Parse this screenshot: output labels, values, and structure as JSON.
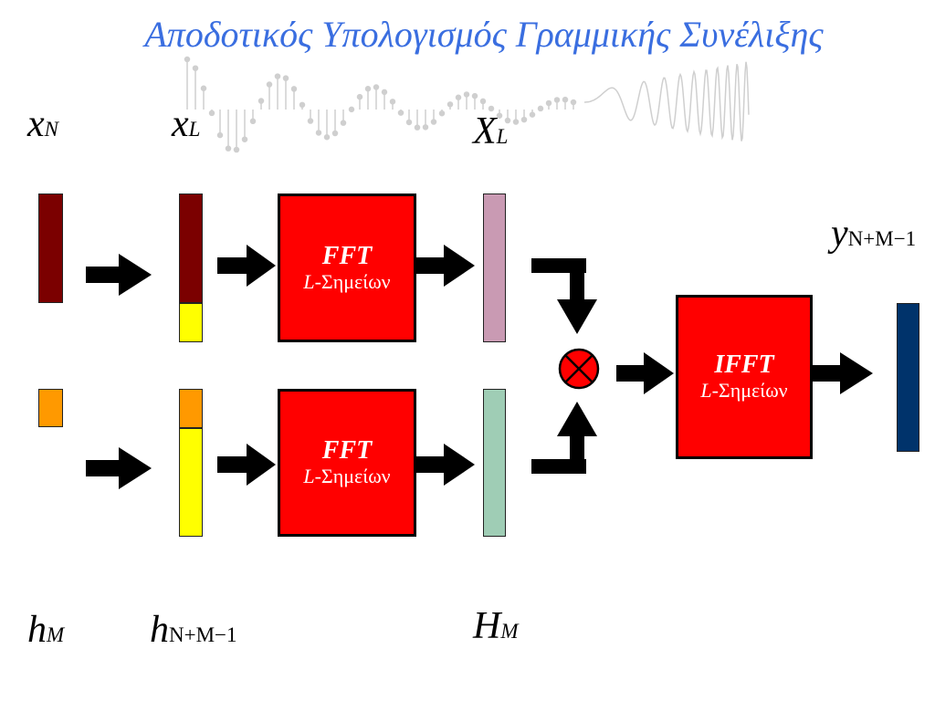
{
  "title": "Αποδοτικός Υπολογισμός Γραμμικής Συνέλιξης",
  "labels": {
    "xN": {
      "base": "x",
      "sub": "N"
    },
    "xL": {
      "base": "x",
      "sub": "L"
    },
    "XL": {
      "base": "X",
      "sub": "L"
    },
    "yN": {
      "base": "y",
      "sub": "N+M−1"
    },
    "hM": {
      "base": "h",
      "sub": "M"
    },
    "hN": {
      "base": "h",
      "sub": "N+M−1"
    },
    "HM": {
      "base": "H",
      "sub": "M"
    }
  },
  "blocks": {
    "fft_top": {
      "name": "FFT",
      "points": "L",
      "suffix": "-Σημείων"
    },
    "fft_bottom": {
      "name": "FFT",
      "points": "L",
      "suffix": "-Σημείων"
    },
    "ifft": {
      "name": "IFFT",
      "points": "L",
      "suffix": "-Σημείων"
    }
  },
  "colors": {
    "title": "#3a6ee0",
    "signal_x": "#7b0000",
    "zero_pad": "#ffff00",
    "signal_h": "#ff9900",
    "spectrum_x": "#c99ab3",
    "spectrum_h": "#9fcdb5",
    "output": "#00336b",
    "block": "#ff0000"
  },
  "icons": {
    "multiply": "multiply-icon",
    "arrow": "arrow-right-icon"
  }
}
